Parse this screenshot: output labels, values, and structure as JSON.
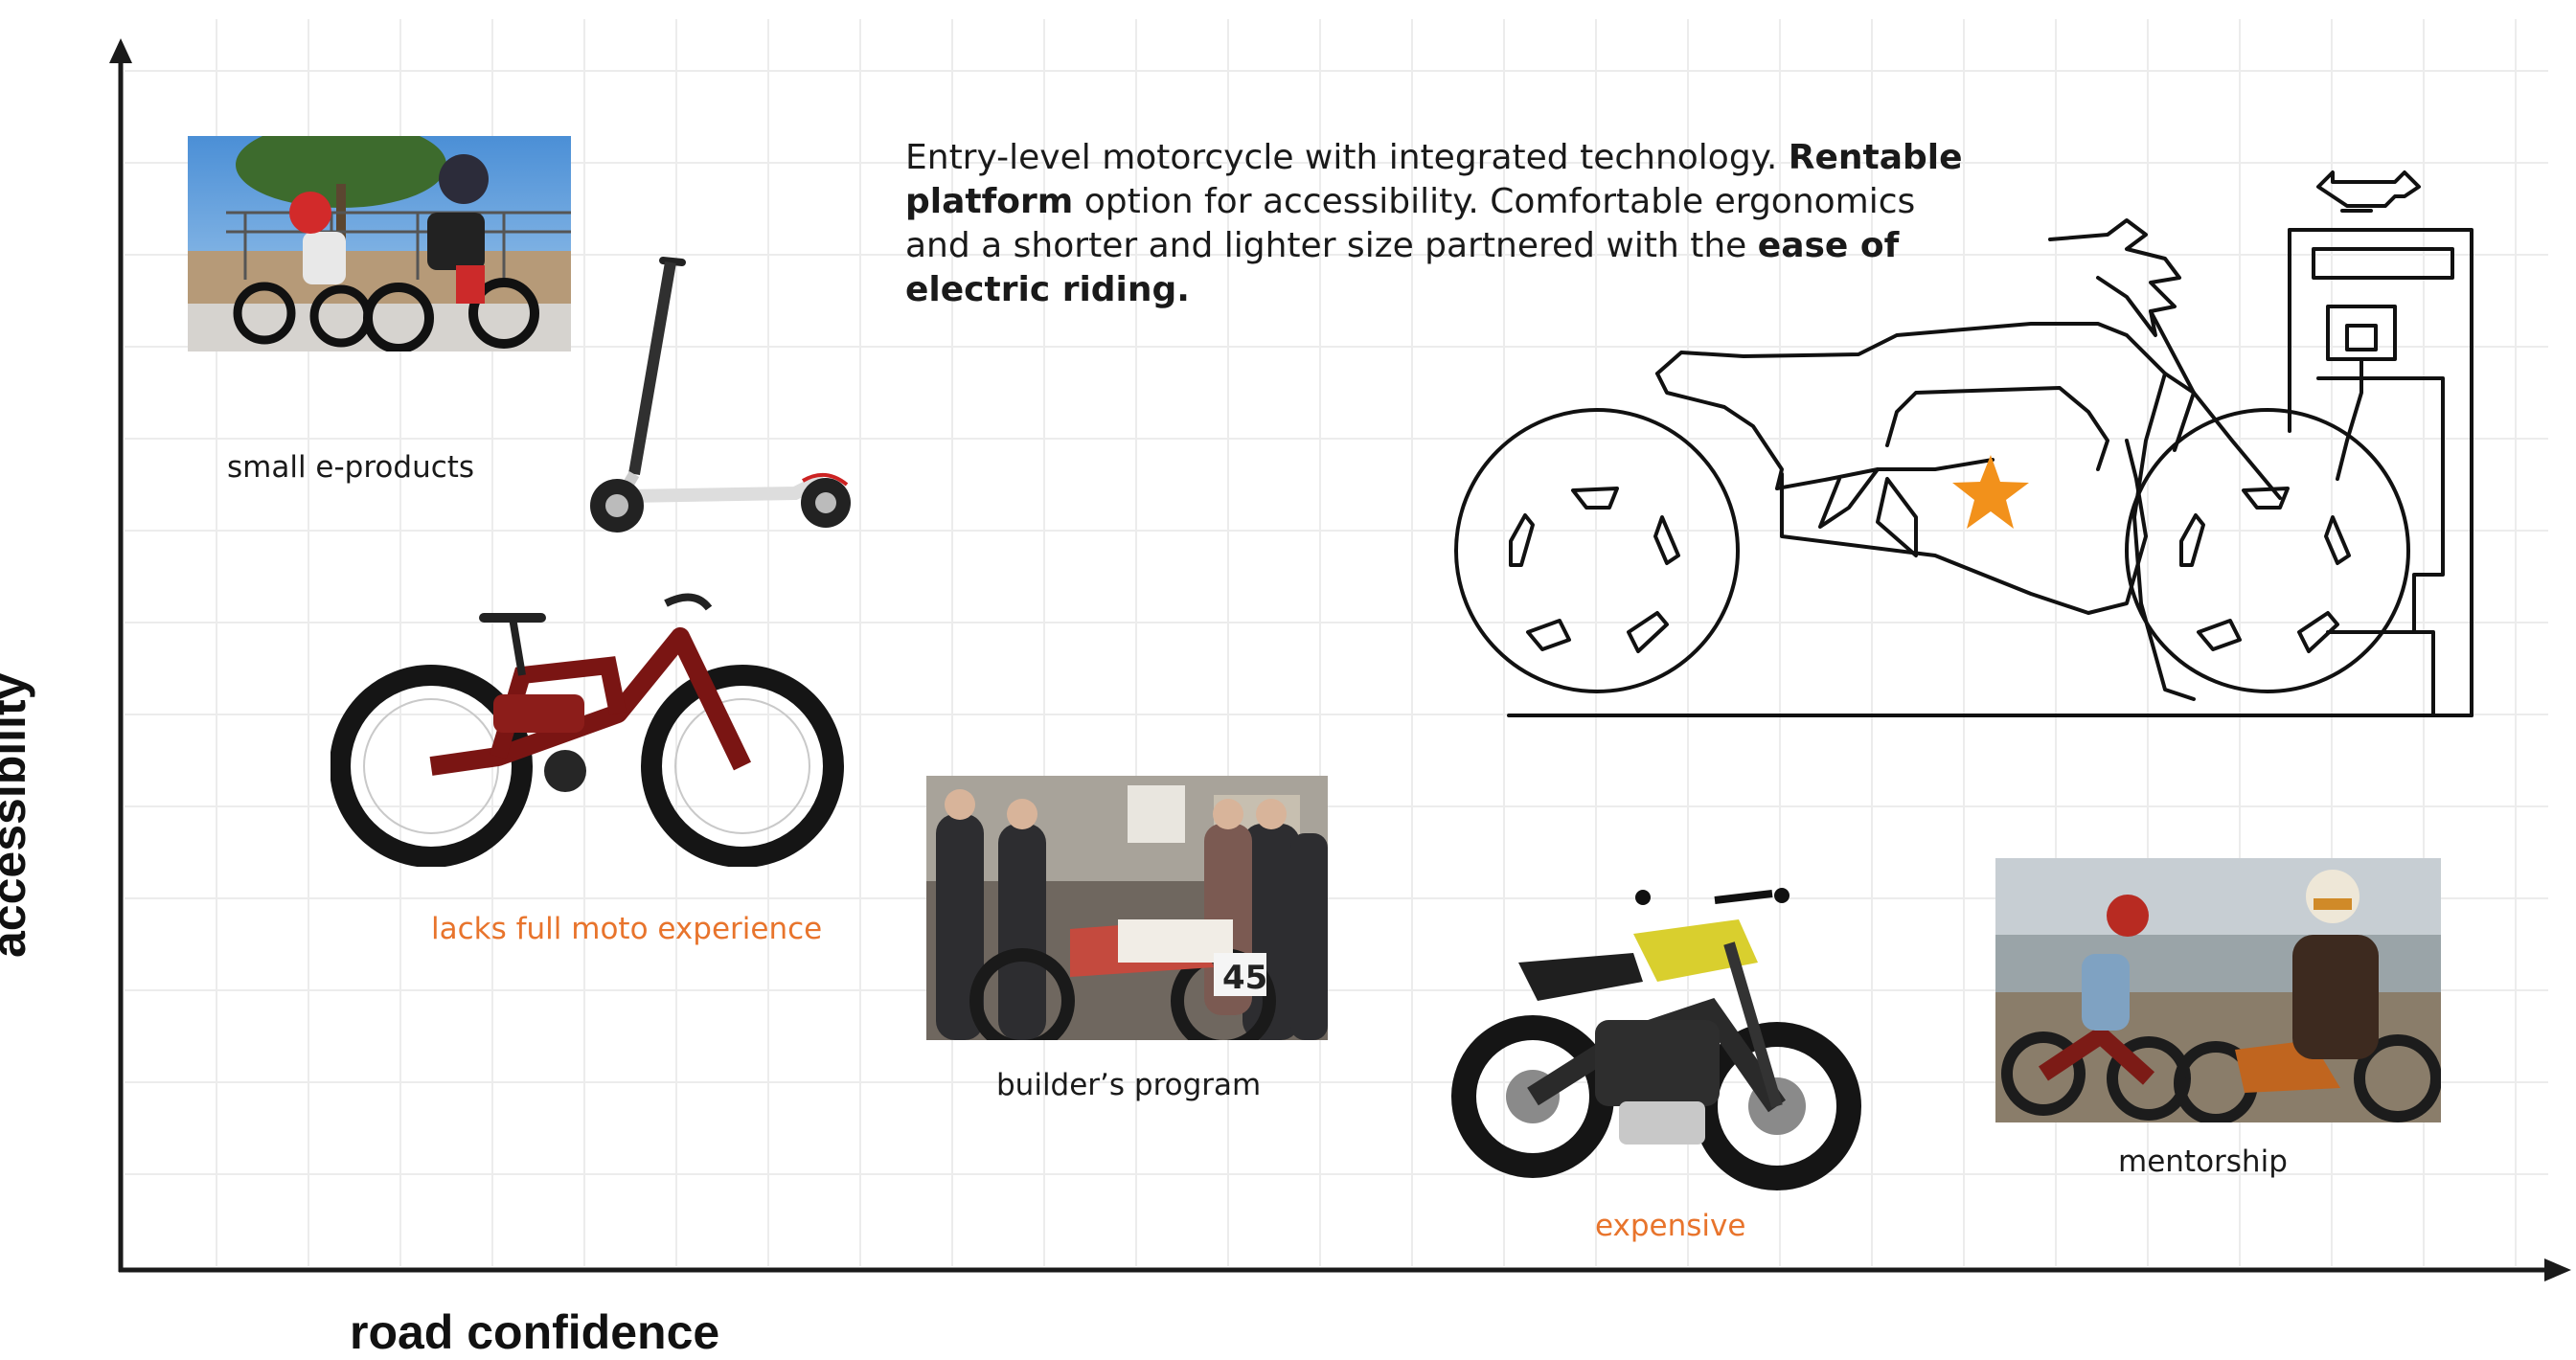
{
  "axes": {
    "y_label": "accessibility",
    "x_label": "road confidence"
  },
  "concept": {
    "text_1": "Entry-level motorcycle with integrated technology. ",
    "bold_1": "Rentable platform",
    "text_2": " option for accessibility. Comfortable ergonomics and a shorter and lighter size partnered with the ",
    "bold_2": "ease of electric riding.",
    "marker_color": "#f2911b"
  },
  "items": {
    "small_e_products": "small e-products",
    "lacks_moto": "lacks full moto experience",
    "builders_program": "builder’s program",
    "expensive": "expensive",
    "mentorship": "mentorship"
  },
  "colors": {
    "warn": "#e8742c",
    "grid": "#ececec",
    "axis": "#1a1a1a"
  }
}
